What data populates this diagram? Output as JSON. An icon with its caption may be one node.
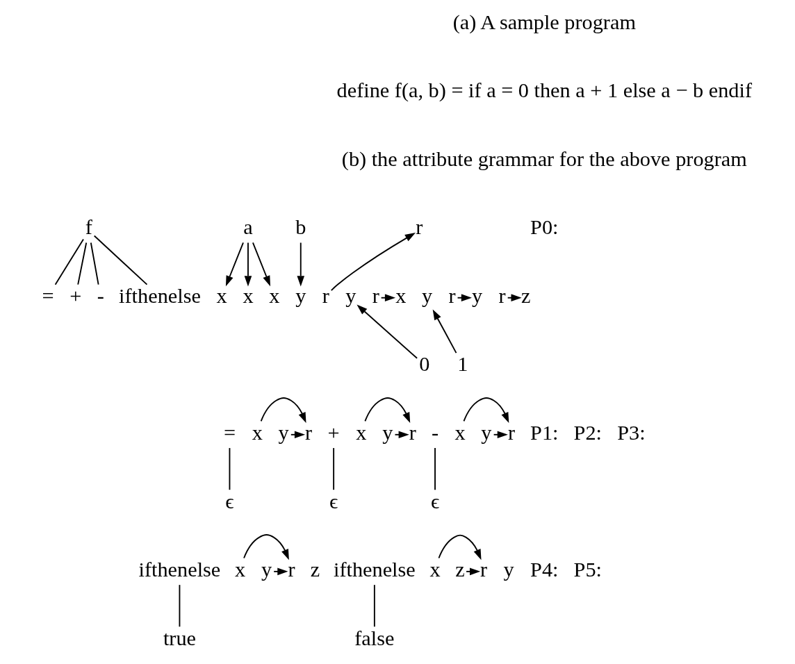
{
  "diagram": {
    "nodes": [
      {
        "text": [
          "f"
        ]
      },
      {
        "text": [
          "a"
        ]
      },
      {
        "text": [
          "b"
        ]
      },
      {
        "text": [
          "r"
        ]
      },
      {
        "text": [
          "="
        ]
      },
      {
        "text": [
          "x"
        ]
      },
      {
        "text": [
          "y"
        ]
      },
      {
        "text": [
          "r"
        ]
      },
      {
        "text": [
          "+"
        ]
      },
      {
        "text": [
          "x"
        ]
      },
      {
        "text": [
          "y"
        ]
      },
      {
        "text": [
          "r"
        ]
      },
      {
        "text": [
          "-"
        ]
      },
      {
        "text": [
          "x"
        ]
      },
      {
        "text": [
          "y"
        ]
      },
      {
        "text": [
          "r"
        ]
      },
      {
        "text": [
          "ifthenelse"
        ]
      },
      {
        "text": [
          "x"
        ]
      },
      {
        "text": [
          "y"
        ]
      },
      {
        "text": [
          "z"
        ]
      },
      {
        "text": [
          "r"
        ]
      },
      {
        "text": [
          "0"
        ]
      },
      {
        "text": [
          "1"
        ]
      },
      {
        "text": [
          "="
        ]
      },
      {
        "text": [
          "x"
        ]
      },
      {
        "text": [
          "y"
        ]
      },
      {
        "text": [
          "r"
        ]
      },
      {
        "text": [
          "ϵ"
        ]
      },
      {
        "text": [
          "+"
        ]
      },
      {
        "text": [
          "x"
        ]
      },
      {
        "text": [
          "y"
        ]
      },
      {
        "text": [
          "r"
        ]
      },
      {
        "text": [
          "ϵ"
        ]
      },
      {
        "text": [
          "-"
        ]
      },
      {
        "text": [
          "x"
        ]
      },
      {
        "text": [
          "y"
        ]
      },
      {
        "text": [
          "r"
        ]
      },
      {
        "text": [
          "ϵ"
        ]
      },
      {
        "text": [
          "ifthenelse"
        ]
      },
      {
        "text": [
          "x"
        ]
      },
      {
        "text": [
          "y"
        ]
      },
      {
        "text": [
          "z"
        ]
      },
      {
        "text": [
          "r"
        ]
      },
      {
        "text": [
          "true"
        ]
      },
      {
        "text": [
          "ifthenelse"
        ]
      },
      {
        "text": [
          "x"
        ]
      },
      {
        "text": [
          "y"
        ]
      },
      {
        "text": [
          "z"
        ]
      },
      {
        "text": [
          "r"
        ]
      },
      {
        "text": [
          "false"
        ]
      }
    ],
    "edges": [
      {
        "from": 0,
        "to": 4,
        "arrow": "none"
      },
      {
        "from": 1,
        "to": 5,
        "arrow": "to"
      },
      {
        "from": 0,
        "to": 8,
        "arrow": "none"
      },
      {
        "from": 1,
        "to": 9,
        "arrow": "to"
      },
      {
        "from": 0,
        "to": 12,
        "arrow": "none"
      },
      {
        "from": 1,
        "to": 13,
        "arrow": "to"
      },
      {
        "from": 2,
        "to": 14,
        "arrow": "to"
      },
      {
        "from": 0,
        "to": 16,
        "arrow": "none"
      },
      {
        "from": 20,
        "to": 3,
        "arrow": "to"
      },
      {
        "from": 21,
        "to": 6,
        "arrow": "to"
      },
      {
        "from": 22,
        "to": 10,
        "arrow": "to"
      },
      {
        "from": 7,
        "to": 17,
        "arrow": "to"
      },
      {
        "from": 11,
        "to": 18,
        "arrow": "to"
      },
      {
        "from": 15,
        "to": 19,
        "arrow": "to"
      },
      {
        "from": 23,
        "to": 27,
        "arrow": "none"
      },
      {
        "from": 24,
        "to": 26,
        "arrow": "to"
      },
      {
        "from": 25,
        "to": 26,
        "arrow": "to"
      },
      {
        "from": 28,
        "to": 32,
        "arrow": "none"
      },
      {
        "from": 29,
        "to": 31,
        "arrow": "to"
      },
      {
        "from": 30,
        "to": 31,
        "arrow": "to"
      },
      {
        "from": 33,
        "to": 37,
        "arrow": "none"
      },
      {
        "from": 34,
        "to": 36,
        "arrow": "to"
      },
      {
        "from": 35,
        "to": 36,
        "arrow": "to"
      },
      {
        "from": 38,
        "to": 43,
        "arrow": "none"
      },
      {
        "from": 39,
        "to": 42,
        "arrow": "to"
      },
      {
        "from": 40,
        "to": 42,
        "arrow": "to"
      },
      {
        "from": 44,
        "to": 49,
        "arrow": "none"
      },
      {
        "from": 45,
        "to": 48,
        "arrow": "to"
      },
      {
        "from": 47,
        "to": 48,
        "arrow": "to"
      }
    ],
    "labels": [
      "(a) A sample program",
      "define f(a, b) = if a = 0 then a + 1 else a − b endif",
      "(b) the attribute grammar for the above program",
      "P0:",
      "P1:",
      "P2:",
      "P3:",
      "P4:",
      "P5:"
    ]
  }
}
